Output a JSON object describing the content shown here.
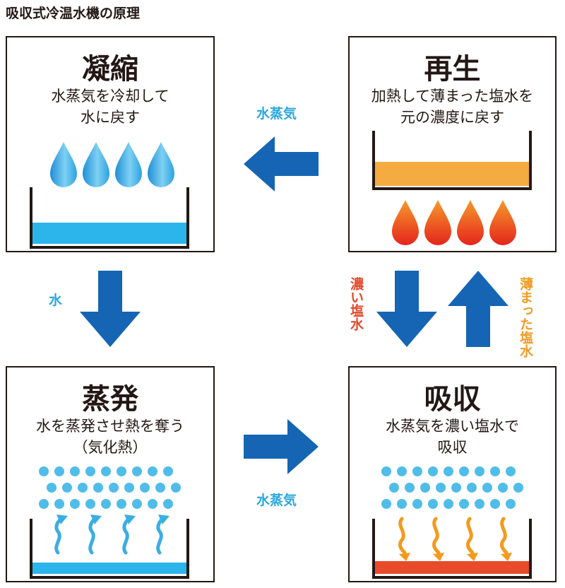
{
  "title": "吸収式冷温水機の原理",
  "panels": {
    "condense": {
      "title": "凝縮",
      "desc_line1": "水蒸気を冷却して",
      "desc_line2": "水に戻す"
    },
    "regenerate": {
      "title": "再生",
      "desc_line1": "加熱して薄まった塩水を",
      "desc_line2": "元の濃度に戻す"
    },
    "evaporate": {
      "title": "蒸発",
      "desc_line1": "水を蒸発させ熱を奪う",
      "desc_line2": "（気化熱）"
    },
    "absorb": {
      "title": "吸収",
      "desc_line1": "水蒸気を濃い塩水で",
      "desc_line2": "吸収"
    }
  },
  "flows": {
    "top_label": "水蒸気",
    "left_label": "水",
    "bottom_label": "水蒸気",
    "down_right_label": "濃い塩水",
    "up_right_label": "薄まった塩水"
  },
  "colors": {
    "arrow": "#1565b4",
    "blue_text": "#2aa7df",
    "water": "#2bb5ea",
    "orange_liquid": "#f4ab3f",
    "red_liquid": "#e74b2a",
    "dark_red_text": "#e24a2b",
    "orange_text": "#ef9c25"
  }
}
